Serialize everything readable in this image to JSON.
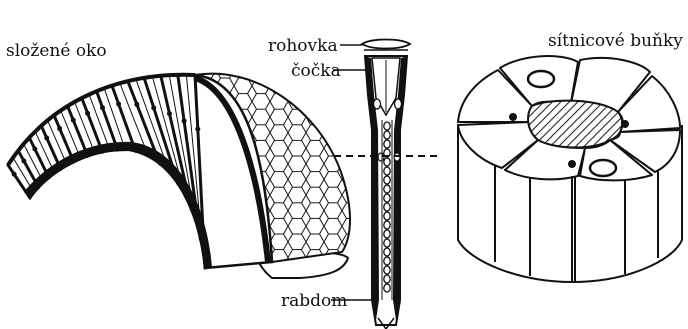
{
  "labels": {
    "compound_eye": "složené oko",
    "cornea": "rohovka",
    "lens": "čočka",
    "rhabdom": "rabdom",
    "retinal_cells": "sítnicové buňky"
  },
  "colors": {
    "ink": "#111111",
    "paper": "#ffffff",
    "hatch": "#555555"
  }
}
